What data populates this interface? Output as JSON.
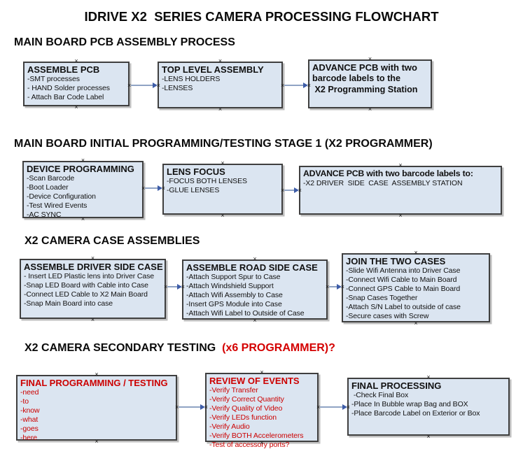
{
  "title": "IDRIVE X2  SERIES CAMERA PROCESSING FLOWCHART",
  "icons": {
    "connection_marker": "×",
    "arrowhead": "►"
  },
  "colors": {
    "box_fill": "#dbe5f1",
    "box_border": "#3f3f3f",
    "arrow_line": "#8fa3c4",
    "arrow_head": "#3e5da8",
    "red_text": "#cc0000",
    "heading_red": "#d40000"
  },
  "sections": [
    {
      "heading": "MAIN BOARD PCB ASSEMBLY PROCESS",
      "boxes": [
        {
          "title": "ASSEMBLE PCB",
          "lines": [
            "-SMT processes",
            "- HAND Solder processes",
            "- Attach Bar Code Label"
          ]
        },
        {
          "title": "TOP LEVEL ASSEMBLY",
          "lines": [
            "-LENS HOLDERS",
            "-LENSES"
          ]
        },
        {
          "title": "ADVANCE PCB with two",
          "lines": [
            "barcode labels to the",
            " X2 Programming Station"
          ]
        }
      ]
    },
    {
      "heading": "MAIN BOARD INITIAL PROGRAMMING/TESTING STAGE 1 (X2 PROGRAMMER)",
      "boxes": [
        {
          "title": "DEVICE PROGRAMMING",
          "lines": [
            "-Scan Barcode",
            "-Boot Loader",
            "-Device Configuration",
            "-Test Wired Events",
            "-AC SYNC"
          ]
        },
        {
          "title": "LENS FOCUS",
          "lines": [
            "-FOCUS BOTH LENSES",
            "-GLUE LENSES"
          ]
        },
        {
          "title": "ADVANCE PCB with two barcode labels to:",
          "lines": [
            "-X2 DRIVER  SIDE  CASE  ASSEMBLY STATION"
          ]
        }
      ]
    },
    {
      "heading": "X2 CAMERA CASE ASSEMBLIES",
      "boxes": [
        {
          "title": "ASSEMBLE DRIVER SIDE CASE",
          "lines": [
            "- Insert LED Plastic lens into Driver Case",
            "-Snap LED Board with Cable into Case",
            "-Connect LED Cable to X2 Main Board",
            "-Snap Main Board into case"
          ]
        },
        {
          "title": "ASSEMBLE ROAD SIDE CASE",
          "lines": [
            "-Attach Support Spur to Case",
            "-Attach Windshield Support",
            "-Attach Wifi Assembly to Case",
            "-Insert GPS Module into Case",
            "-Attach Wifi Label to Outside of Case"
          ]
        },
        {
          "title": "JOIN THE TWO CASES",
          "lines": [
            "-Slide Wifi Antenna into Driver Case",
            "-Connect Wifi Cable to Main Board",
            "-Connect GPS Cable to Main Board",
            "-Snap Cases Together",
            "-Attach S/N Label to outside of case",
            "-Secure cases with Screw"
          ]
        }
      ]
    },
    {
      "heading": "X2 CAMERA SECONDARY TESTING  ",
      "heading_red": "(x6 PROGRAMMER)?",
      "boxes": [
        {
          "title": "FINAL PROGRAMMING / TESTING",
          "lines": [
            "-need",
            "-to",
            "-know",
            "-what",
            "-goes",
            "-here"
          ]
        },
        {
          "title": "REVIEW OF EVENTS",
          "lines": [
            "-Verify Transfer",
            "-Verify Correct Quantity",
            "-Verify Quality of Video",
            "-Verify LEDs function",
            "-Verify Audio",
            "-Verify BOTH Accelerometers",
            "-Test of accessory ports?"
          ]
        },
        {
          "title": "FINAL PROCESSING",
          "lines": [
            " -Check Final Box",
            "-Place In Bubble wrap Bag and BOX",
            "-Place Barcode Label on Exterior or Box"
          ]
        }
      ]
    }
  ]
}
